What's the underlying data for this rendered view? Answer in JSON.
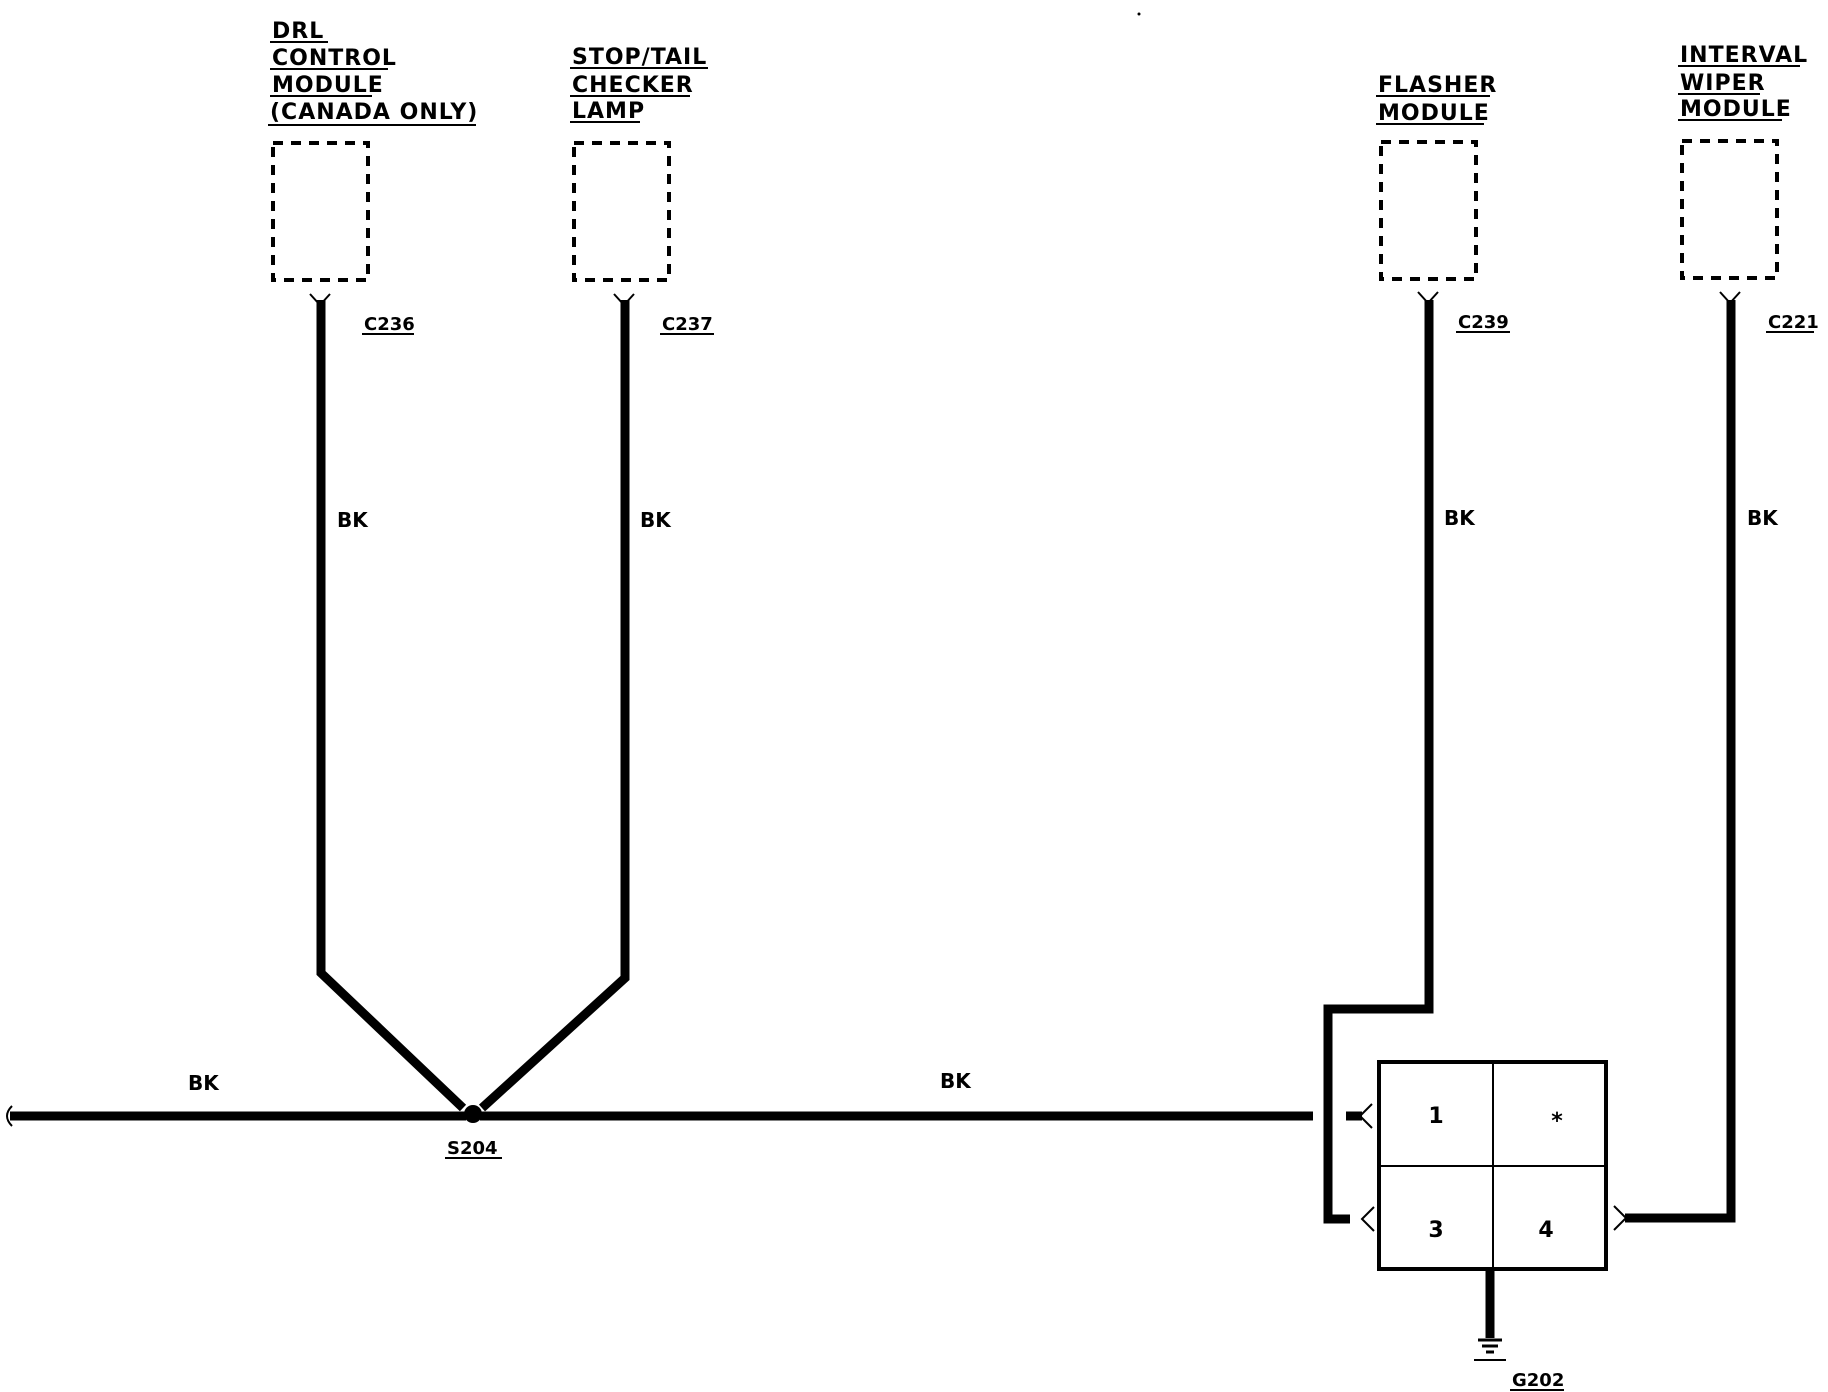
{
  "components": {
    "drl": {
      "lines": [
        "DRL",
        "CONTROL",
        "MODULE",
        "(CANADA  ONLY)"
      ],
      "connector": "C236"
    },
    "stop_tail": {
      "lines": [
        "STOP/TAIL",
        "CHECKER",
        "LAMP"
      ],
      "connector": "C237"
    },
    "flasher": {
      "lines": [
        "FLASHER",
        "MODULE"
      ],
      "connector": "C239"
    },
    "wiper": {
      "lines": [
        "INTERVAL",
        "WIPER",
        "MODULE"
      ],
      "connector": "C221"
    }
  },
  "wires": {
    "drl_color": "BK",
    "stop_tail_color": "BK",
    "flasher_color": "BK",
    "wiper_color": "BK",
    "left_color": "BK",
    "main_color": "BK"
  },
  "splice": {
    "label": "S204"
  },
  "ground_block": {
    "pins": [
      "1",
      "*",
      "3",
      "4"
    ],
    "ground_label": "G202"
  }
}
